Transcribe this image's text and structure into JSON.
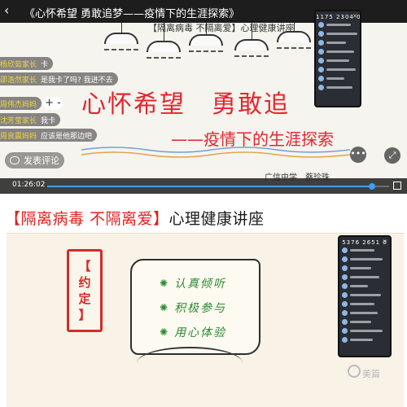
{
  "video": {
    "back_icon": "chevron-left-icon",
    "title": "《心怀希望 勇敢追梦——疫情下的生涯探索》",
    "slide_header": "【隔离病毒 不隔离爱】心理健康讲座",
    "main_title": "心怀希望　勇敢追",
    "subtitle": "——疫情下的生涯探索",
    "school": "广信中学",
    "teacher": "蔡珍珠",
    "comments": [
      {
        "name": "杨欣茹家长",
        "text": "卡"
      },
      {
        "name": "邵浩然家长",
        "text": "是我卡了吗? 我进不去"
      },
      {
        "name": "周伟杰妈妈",
        "text": ""
      },
      {
        "name": "沈芳莹家长",
        "text": "我卡"
      },
      {
        "name": "周良震妈妈",
        "text": "应该是他那边吧"
      }
    ],
    "plus_label": "+ -",
    "comment_button": "发表评论",
    "time": "01:26:02",
    "playback_progress": 0.95,
    "colors": {
      "title_red": "#e3262e",
      "progress_blue": "#3aa0ff"
    }
  },
  "lecture": {
    "banner": {
      "part1": "【隔离病毒 不隔离爱】",
      "part2": "心理健康讲座"
    },
    "yueding": [
      "【",
      "约",
      "定",
      "】"
    ],
    "rules": [
      "认真倾听",
      "积极参与",
      "用心体验"
    ],
    "watermark": "美篇",
    "panel_stats": "5376  2651  0",
    "colors": {
      "banner_red": "#e0211d",
      "rule_green": "#2b8a2e"
    }
  }
}
